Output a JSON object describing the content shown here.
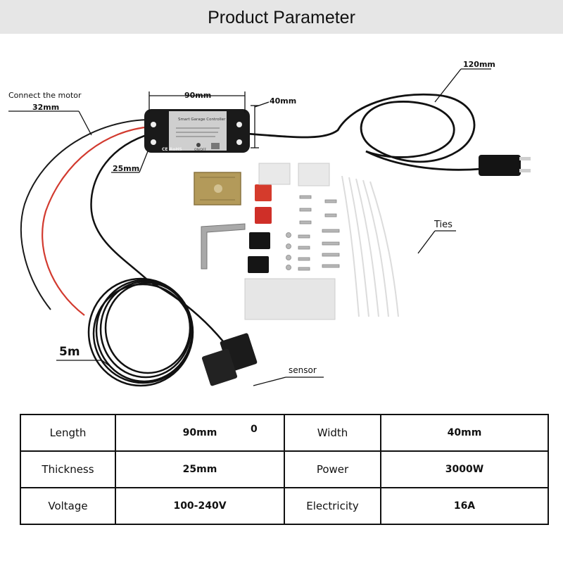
{
  "header": {
    "title": "Product Parameter"
  },
  "labels": {
    "connect_motor": "Connect the motor",
    "dim_32": "32mm",
    "dim_90": "90mm",
    "dim_40": "40mm",
    "dim_120": "120mm",
    "dim_25": "25mm",
    "ties": "Ties",
    "length_5m": "5m",
    "sensor": "sensor"
  },
  "device": {
    "name": "Smart Garage Controller",
    "mark": "CE RoHS",
    "button": "ON/OFF"
  },
  "table": {
    "rows": [
      [
        {
          "label": "Length"
        },
        {
          "value": "90mm"
        },
        {
          "label": "Width"
        },
        {
          "value": "40mm"
        }
      ],
      [
        {
          "label": "Thickness"
        },
        {
          "value": "25mm"
        },
        {
          "label": "Power"
        },
        {
          "value": "3000W"
        }
      ],
      [
        {
          "label": "Voltage"
        },
        {
          "value": "100-240V"
        },
        {
          "label": "Electricity"
        },
        {
          "value": "16A"
        }
      ]
    ],
    "stray_mark": "0"
  }
}
